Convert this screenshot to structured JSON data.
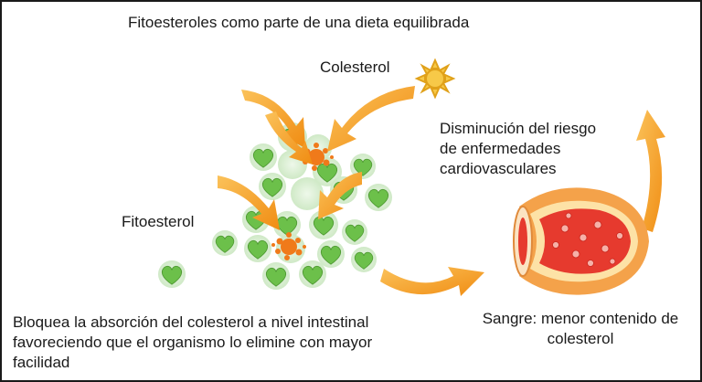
{
  "title": "Fitoesteroles como parte de una dieta equilibrada",
  "labels": {
    "cholesterol": "Colesterol",
    "phytosterol": "Fitoesterol",
    "risk": "Disminución del riesgo\nde enfermedades\ncardiovasculares",
    "blocks": "Bloquea la absorción del colesterol a nivel intestinal\nfavoreciendo que el organismo lo elimine con mayor\nfacilidad",
    "blood": "Sangre: menor contenido de\ncolesterol"
  },
  "icons": {
    "cholesterol_symbol": "sun-icon",
    "phytosterol_symbol": "green-heart-icon",
    "process_arrow": "curved-arrow-icon",
    "vessel": "blood-vessel-icon"
  },
  "colors": {
    "arrow": "#f5a623",
    "sun": "#f7c948",
    "heart": "#6cc04a",
    "halo": "#d9f0d3",
    "splat": "#f07a1a",
    "vessel_outer": "#f4a24a",
    "vessel_inner": "#e63a2e"
  }
}
